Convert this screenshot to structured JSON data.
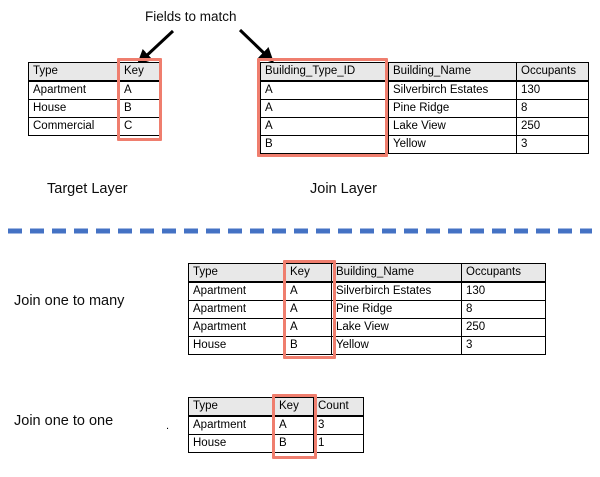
{
  "annotations": {
    "fields_to_match": "Fields to match",
    "target_layer": "Target Layer",
    "join_layer": "Join Layer",
    "join_one_to_many": "Join one to many",
    "join_one_to_one": "Join one to one",
    "stray_dot": "."
  },
  "colors": {
    "highlight_red": "#ef7e6e",
    "divider_blue": "#4472c4",
    "header_fill": "#e8e8e8",
    "border": "#000000",
    "text": "#0d0d0d",
    "background": "#ffffff"
  },
  "tables": {
    "target_layer": {
      "name": "Target Layer",
      "headers": [
        "Type",
        "Key"
      ],
      "highlight_column": "Key",
      "rows": [
        [
          "Apartment",
          "A"
        ],
        [
          "House",
          "B"
        ],
        [
          "Commercial",
          "C"
        ]
      ]
    },
    "join_layer": {
      "name": "Join Layer",
      "headers": [
        "Building_Type_ID",
        "Building_Name",
        "Occupants"
      ],
      "highlight_column": "Building_Type_ID",
      "rows": [
        [
          "A",
          "Silverbirch Estates",
          "130"
        ],
        [
          "A",
          "Pine Ridge",
          "8"
        ],
        [
          "A",
          "Lake View",
          "250"
        ],
        [
          "B",
          "Yellow",
          "3"
        ]
      ]
    },
    "one_to_many_result": {
      "name": "Join one to many",
      "headers": [
        "Type",
        "Key",
        "Building_Name",
        "Occupants"
      ],
      "highlight_column": "Key",
      "rows": [
        [
          "Apartment",
          "A",
          "Silverbirch Estates",
          "130"
        ],
        [
          "Apartment",
          "A",
          "Pine Ridge",
          "8"
        ],
        [
          "Apartment",
          "A",
          "Lake View",
          "250"
        ],
        [
          "House",
          "B",
          "Yellow",
          "3"
        ]
      ]
    },
    "one_to_one_result": {
      "name": "Join one to one",
      "headers": [
        "Type",
        "Key",
        "Count"
      ],
      "highlight_column": "Key",
      "rows": [
        [
          "Apartment",
          "A",
          "3"
        ],
        [
          "House",
          "B",
          "1"
        ]
      ]
    }
  },
  "icons": {
    "arrow_left": "arrow-down-left-icon",
    "arrow_right": "arrow-down-right-icon",
    "divider": "dashed-divider-icon"
  }
}
